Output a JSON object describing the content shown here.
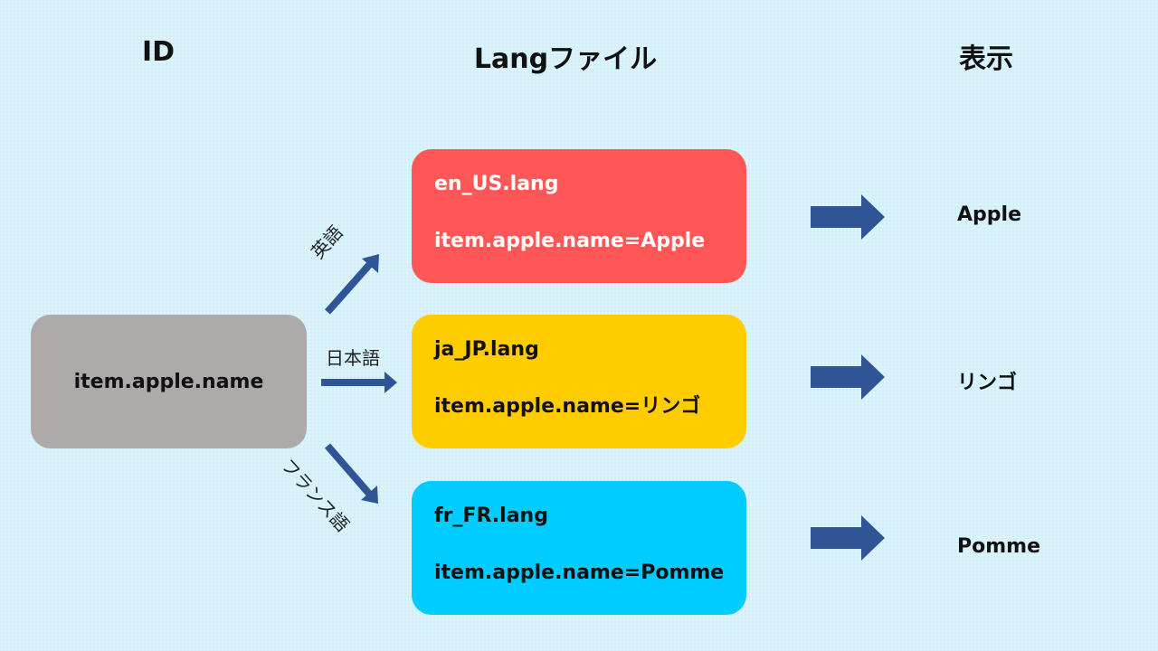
{
  "headings": {
    "id": "ID",
    "lang_file": "Langファイル",
    "display": "表示"
  },
  "id_box": {
    "text": "item.apple.name"
  },
  "lang_files": [
    {
      "filename": "en_US.lang",
      "entry": "item.apple.name=Apple",
      "color": "#ff5757"
    },
    {
      "filename": "ja_JP.lang",
      "entry": "item.apple.name=リンゴ",
      "color": "#ffcc00"
    },
    {
      "filename": "fr_FR.lang",
      "entry": "item.apple.name=Pomme",
      "color": "#00ccff"
    }
  ],
  "language_labels": {
    "english": "英語",
    "japanese": "日本語",
    "french": "フランス語"
  },
  "results": [
    "Apple",
    "リンゴ",
    "Pomme"
  ],
  "colors": {
    "arrow": "#2f5597",
    "background": "#d3f0fb",
    "id_box": "#aeaaaa"
  }
}
